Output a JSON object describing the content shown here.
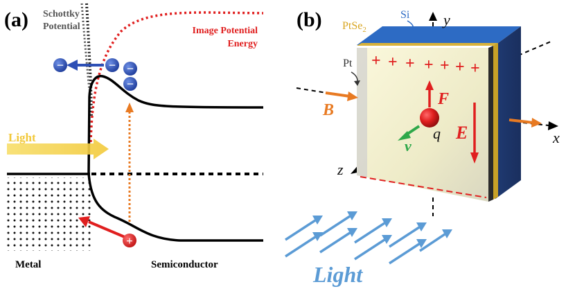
{
  "panel_a": {
    "label": "(a)",
    "schottky_line1": "Schottky",
    "schottky_line2": "Potential",
    "image_line1": "Image Potential",
    "image_line2": "Energy",
    "light": "Light",
    "metal": "Metal",
    "semiconductor": "Semiconductor",
    "electron_symbol": "−",
    "hole_symbol": "+"
  },
  "panel_b": {
    "label": "(b)",
    "si": "Si",
    "ptse2": "PtSe",
    "ptse2_sub": "2",
    "pt": "Pt",
    "axis_y": "y",
    "axis_x": "x",
    "axis_z": "z",
    "vec_B": "B",
    "vec_F": "F",
    "vec_E": "E",
    "vec_v": "v",
    "charge_q": "q",
    "plus_sign": "+",
    "light": "Light"
  },
  "colors": {
    "red": "#e01f1f",
    "blue": "#2d4fb5",
    "orange": "#e87a22",
    "light_yellow": "#f4cf3a",
    "light_blue": "#5b9bd5",
    "si_blue": "#2d6bc4",
    "green": "#2ea84a"
  }
}
